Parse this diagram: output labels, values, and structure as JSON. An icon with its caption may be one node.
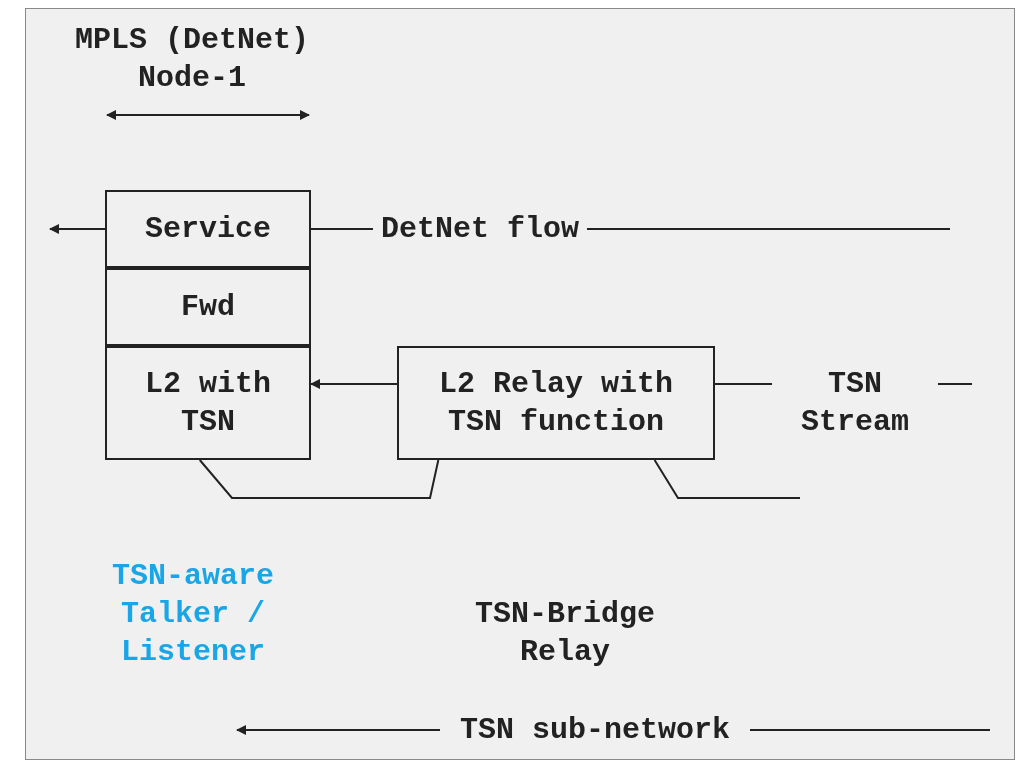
{
  "diagram": {
    "nodes": [
      {
        "text": [
          "Service"
        ]
      },
      {
        "text": [
          "Fwd"
        ]
      },
      {
        "text": [
          "L2 with TSN"
        ]
      },
      {
        "text": [
          "L2 Relay with TSN function"
        ]
      }
    ],
    "edges": [
      {
        "from": 0,
        "to": null,
        "arrow": "to"
      },
      {
        "from": 0,
        "to": null,
        "arrow": "none",
        "label": "DetNet flow"
      },
      {
        "from": 3,
        "to": 2,
        "arrow": "to"
      },
      {
        "from": 3,
        "to": null,
        "arrow": "none",
        "label": "TSN Stream"
      },
      {
        "from": 2,
        "to": 3,
        "arrow": "none"
      },
      {
        "from": 3,
        "to": null,
        "arrow": "none"
      }
    ],
    "labels": [
      "MPLS (DetNet) Node-1",
      "TSN-aware Talker / Listener",
      "TSN-Bridge Relay",
      "TSN sub-network"
    ]
  }
}
